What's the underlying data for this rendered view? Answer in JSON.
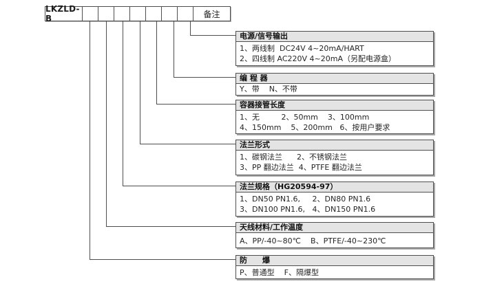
{
  "diagram": {
    "model_prefix": "LKZLD-B",
    "remark_label": "备注",
    "code_box_count": 7,
    "colors": {
      "header_bg": "#e4e4e4",
      "box_border": "#4d4d4d",
      "box_shadow": "#a8a8a8",
      "connector_line": "#4d4d4d",
      "background": "#ffffff"
    }
  },
  "sections": [
    {
      "title": "电源/信号输出",
      "lines": [
        "1、两线制  DC24V 4~20mA/HART",
        "2、四线制 AC220V 4~20mA（另配电源盒）"
      ]
    },
    {
      "title": "编 程 器",
      "lines": [
        "Y、带    N、不带"
      ]
    },
    {
      "title": "容器接管长度",
      "lines": [
        "1、无         2、50mm    3、100mm",
        "4、150mm    5、200mm   6、按用户要求"
      ]
    },
    {
      "title": "法兰形式",
      "lines": [
        "1、碳钢法兰      2、不锈钢法兰",
        "3、PP 翻边法兰  4、PTFE 翻边法兰"
      ]
    },
    {
      "title": "法兰规格（HG20594-97）",
      "lines": [
        "1、DN50 PN1.6,     2、DN80 PN1.6",
        "3、DN100 PN1.6,   4、DN150 PN1.6"
      ]
    },
    {
      "title": "天线材料/工作温度",
      "lines": [
        "A、PP/-40~80℃    B、PTFE/-40~230℃"
      ]
    },
    {
      "title": "防　　爆",
      "lines": [
        "P、普通型    F、隔爆型"
      ]
    }
  ]
}
